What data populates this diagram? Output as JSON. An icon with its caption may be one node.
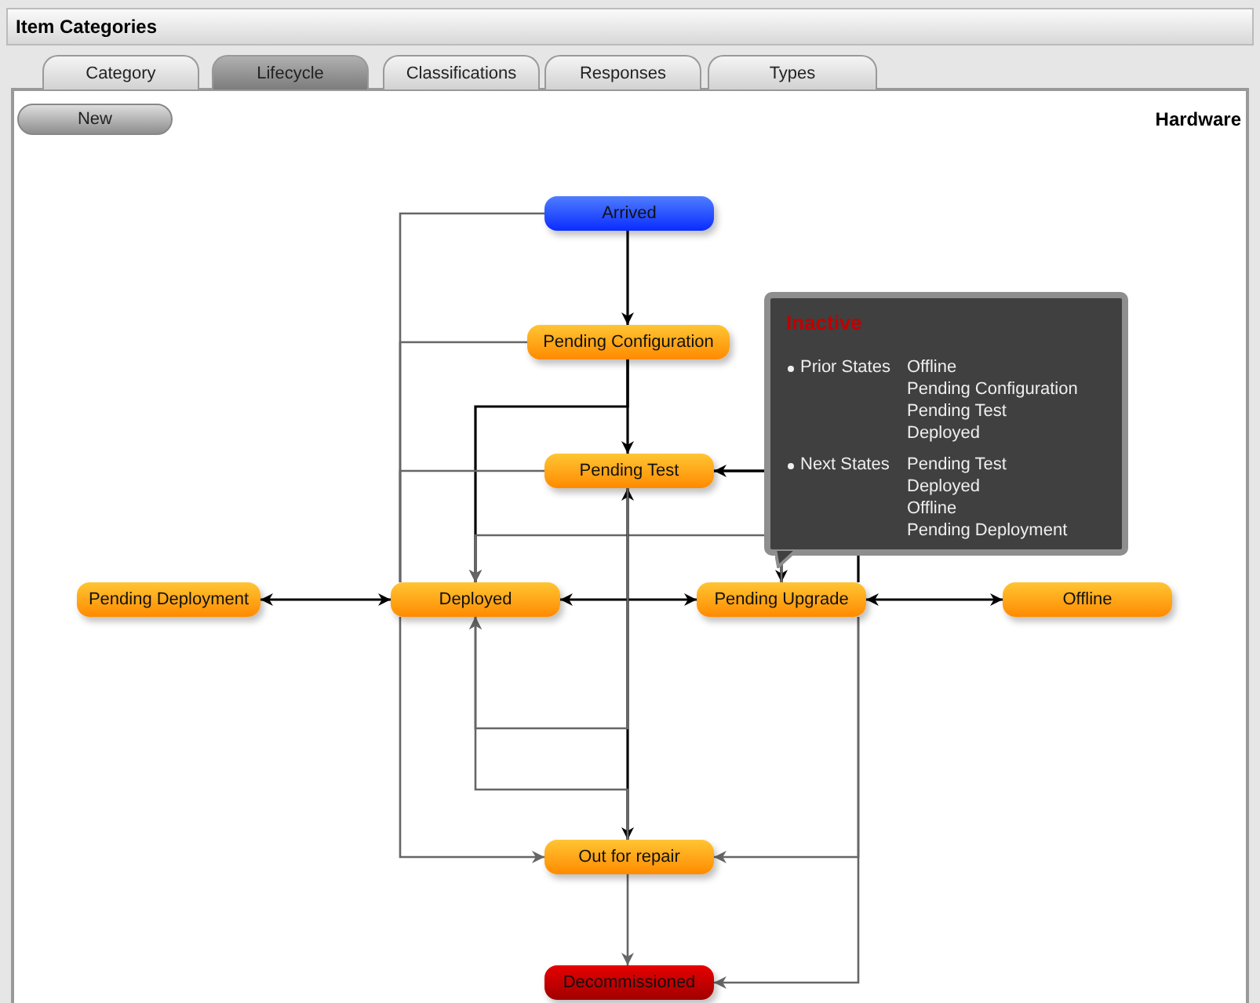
{
  "diagram": {
    "title": "Item Categories",
    "nodes": [
      {
        "text": [
          "Arrived"
        ]
      },
      {
        "text": [
          "Pending Configuration"
        ]
      },
      {
        "text": [
          "Pending Test"
        ]
      },
      {
        "text": [
          "Pending Deployment"
        ]
      },
      {
        "text": [
          "Deployed"
        ]
      },
      {
        "text": [
          "Pending Upgrade"
        ]
      },
      {
        "text": [
          "Offline"
        ]
      },
      {
        "text": [
          "Out for repair"
        ]
      },
      {
        "text": [
          "Decommissioned"
        ]
      }
    ],
    "edges": [
      {
        "from": 0,
        "to": 1,
        "arrow": "to",
        "color": "#000000"
      },
      {
        "from": 1,
        "to": 2,
        "arrow": "to",
        "color": "#000000"
      },
      {
        "from": 1,
        "to": 4,
        "arrow": "to",
        "color": "#000000"
      },
      {
        "from": 0,
        "to": 4,
        "arrow": "none"
      },
      {
        "from": 1,
        "to": 4,
        "arrow": "none"
      },
      {
        "from": 2,
        "to": 4,
        "arrow": "none"
      },
      {
        "from": 4,
        "to": 7,
        "arrow": "to"
      },
      {
        "from": 4,
        "to": 3,
        "arrow": "both",
        "color": "#000000"
      },
      {
        "from": 4,
        "to": 5,
        "arrow": "both",
        "color": "#000000"
      },
      {
        "from": 5,
        "to": 6,
        "arrow": "both",
        "color": "#000000"
      },
      {
        "from": 2,
        "to": 5,
        "arrow": "to",
        "color": "#000000"
      },
      {
        "from": 5,
        "to": 2,
        "arrow": "to",
        "color": "#000000"
      },
      {
        "from": 5,
        "to": 4,
        "arrow": "to"
      },
      {
        "from": 2,
        "to": 7,
        "arrow": "both",
        "color": "#000000"
      },
      {
        "from": 2,
        "to": 4,
        "arrow": "to"
      },
      {
        "from": 7,
        "to": 4,
        "arrow": "to"
      },
      {
        "from": 5,
        "to": 7,
        "arrow": "to"
      },
      {
        "from": 5,
        "to": 8,
        "arrow": "to"
      },
      {
        "from": 7,
        "to": 8,
        "arrow": "to"
      }
    ],
    "labels": [
      "Category",
      "Lifecycle",
      "Classifications",
      "Responses",
      "Types",
      "New",
      "Hardware",
      "Inactive",
      "Prior States",
      "Offline",
      "Pending Configuration",
      "Pending Test",
      "Deployed",
      "Next States",
      "Pending Test",
      "Deployed",
      "Offline",
      "Pending Deployment"
    ]
  }
}
